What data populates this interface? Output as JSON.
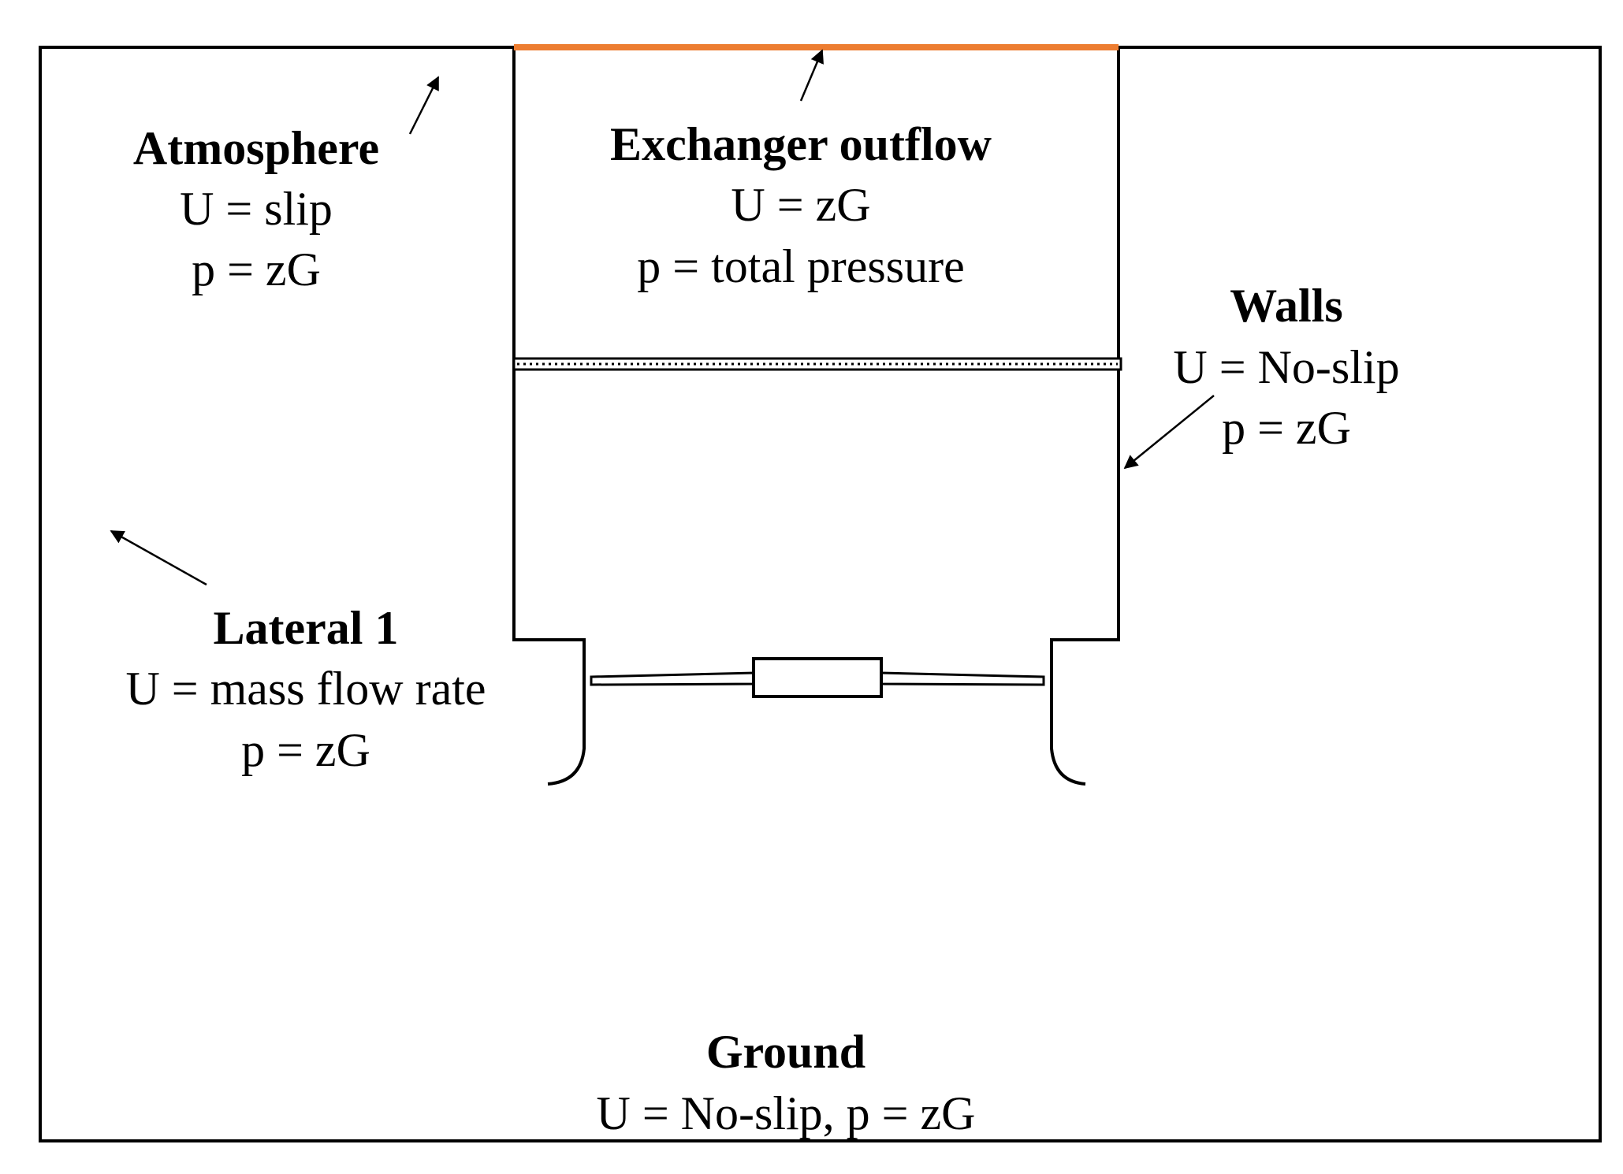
{
  "colors": {
    "line": "#000000",
    "outflow_boundary": "#ED7D31",
    "background": "#ffffff"
  },
  "labels": {
    "atmosphere": {
      "title": "Atmosphere",
      "line1": "U = slip",
      "line2": "p = zG"
    },
    "exchanger_outflow": {
      "title": "Exchanger outflow",
      "line1": "U = zG",
      "line2": "p = total pressure"
    },
    "walls": {
      "title": "Walls",
      "line1": "U = No-slip",
      "line2": "p = zG"
    },
    "lateral": {
      "title": "Lateral 1",
      "line1": "U = mass flow rate",
      "line2": "p = zG"
    },
    "ground": {
      "title": "Ground",
      "line1": "U = No-slip, p = zG"
    }
  }
}
